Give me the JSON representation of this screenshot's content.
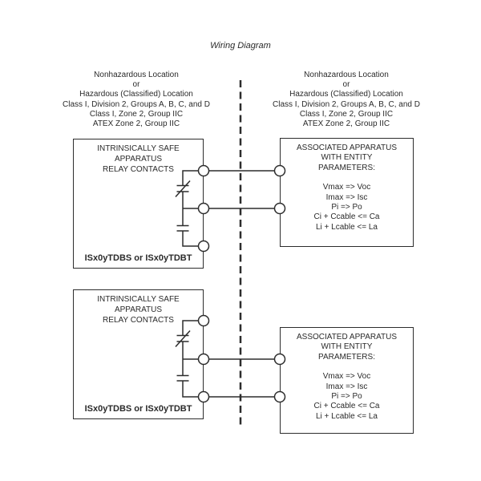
{
  "title": "Wiring Diagram",
  "colors": {
    "line": "#2d2d2d",
    "text": "#2a2a2a",
    "background": "#ffffff"
  },
  "headers": {
    "left": {
      "lines": [
        "Nonhazardous Location",
        "or",
        "Hazardous (Classified) Location",
        "Class I, Division 2, Groups A, B, C, and D",
        "Class I, Zone 2, Group IIC",
        "ATEX Zone 2, Group IIC"
      ]
    },
    "right": {
      "lines": [
        "Nonhazardous Location",
        "or",
        "Hazardous (Classified) Location",
        "Class I, Division 2, Groups A, B, C, and D",
        "Class I, Zone 2, Group IIC",
        "ATEX Zone 2, Group IIC"
      ]
    }
  },
  "modules": [
    {
      "safe_apparatus": {
        "title_lines": [
          "INTRINSICALLY SAFE",
          "APPARATUS",
          "RELAY CONTACTS"
        ],
        "model_label": "ISx0yTDBS or ISx0yTDBT"
      },
      "associated_apparatus": {
        "title_lines": [
          "ASSOCIATED APPARATUS",
          "WITH ENTITY",
          "PARAMETERS:"
        ],
        "parameters": [
          "Vmax => Voc",
          "Imax => Isc",
          "Pi => Po",
          "Ci + Ccable <= Ca",
          "Li + Lcable <= La"
        ]
      }
    },
    {
      "safe_apparatus": {
        "title_lines": [
          "INTRINSICALLY SAFE",
          "APPARATUS",
          "RELAY CONTACTS"
        ],
        "model_label": "ISx0yTDBS or ISx0yTDBT"
      },
      "associated_apparatus": {
        "title_lines": [
          "ASSOCIATED APPARATUS",
          "WITH ENTITY",
          "PARAMETERS:"
        ],
        "parameters": [
          "Vmax => Voc",
          "Imax => Isc",
          "Pi => Po",
          "Ci + Ccable <= Ca",
          "Li + Lcable <= La"
        ]
      }
    }
  ]
}
